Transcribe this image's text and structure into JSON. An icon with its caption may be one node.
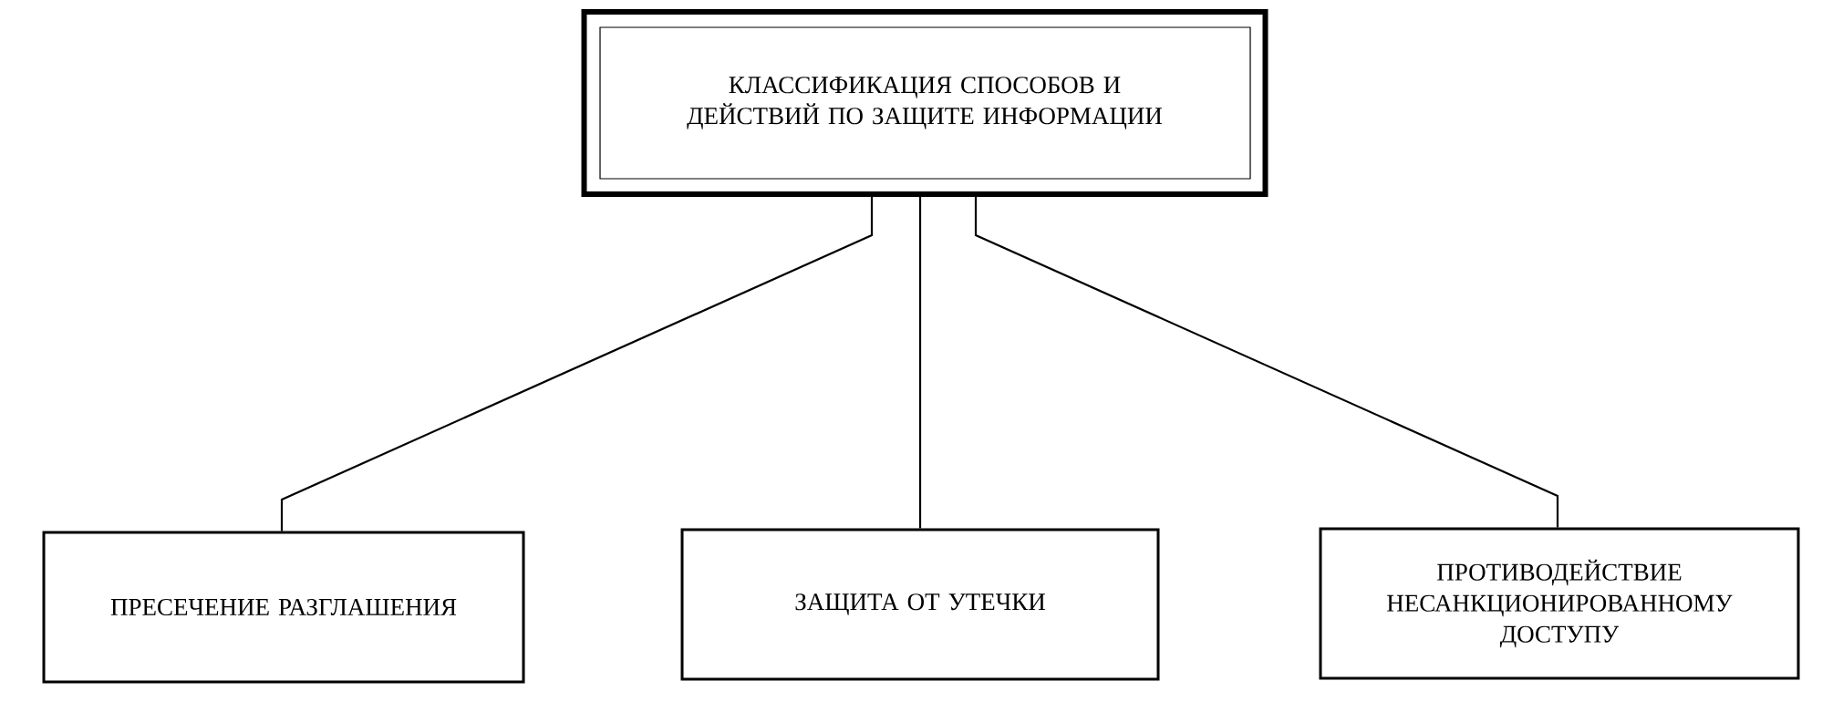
{
  "diagram": {
    "nodes": [
      {
        "text": [
          "КЛАССИФИКАЦИЯ СПОСОБОВ И ДЕЙСТВИЙ ПО ЗАЩИТЕ ИНФОРМАЦИИ"
        ]
      },
      {
        "text": [
          "ПРЕСЕЧЕНИЕ РАЗГЛАШЕНИЯ"
        ]
      },
      {
        "text": [
          "ЗАЩИТА ОТ УТЕЧКИ"
        ]
      },
      {
        "text": [
          "ПРОТИВОДЕЙСТВИЕ НЕСАНКЦИОНИРОВАННОМУ ДОСТУПУ"
        ]
      }
    ],
    "edges": [
      {
        "from": 0,
        "to": 1,
        "arrow": "none"
      },
      {
        "from": 0,
        "to": 2,
        "arrow": "none"
      },
      {
        "from": 0,
        "to": 3,
        "arrow": "none"
      }
    ]
  }
}
